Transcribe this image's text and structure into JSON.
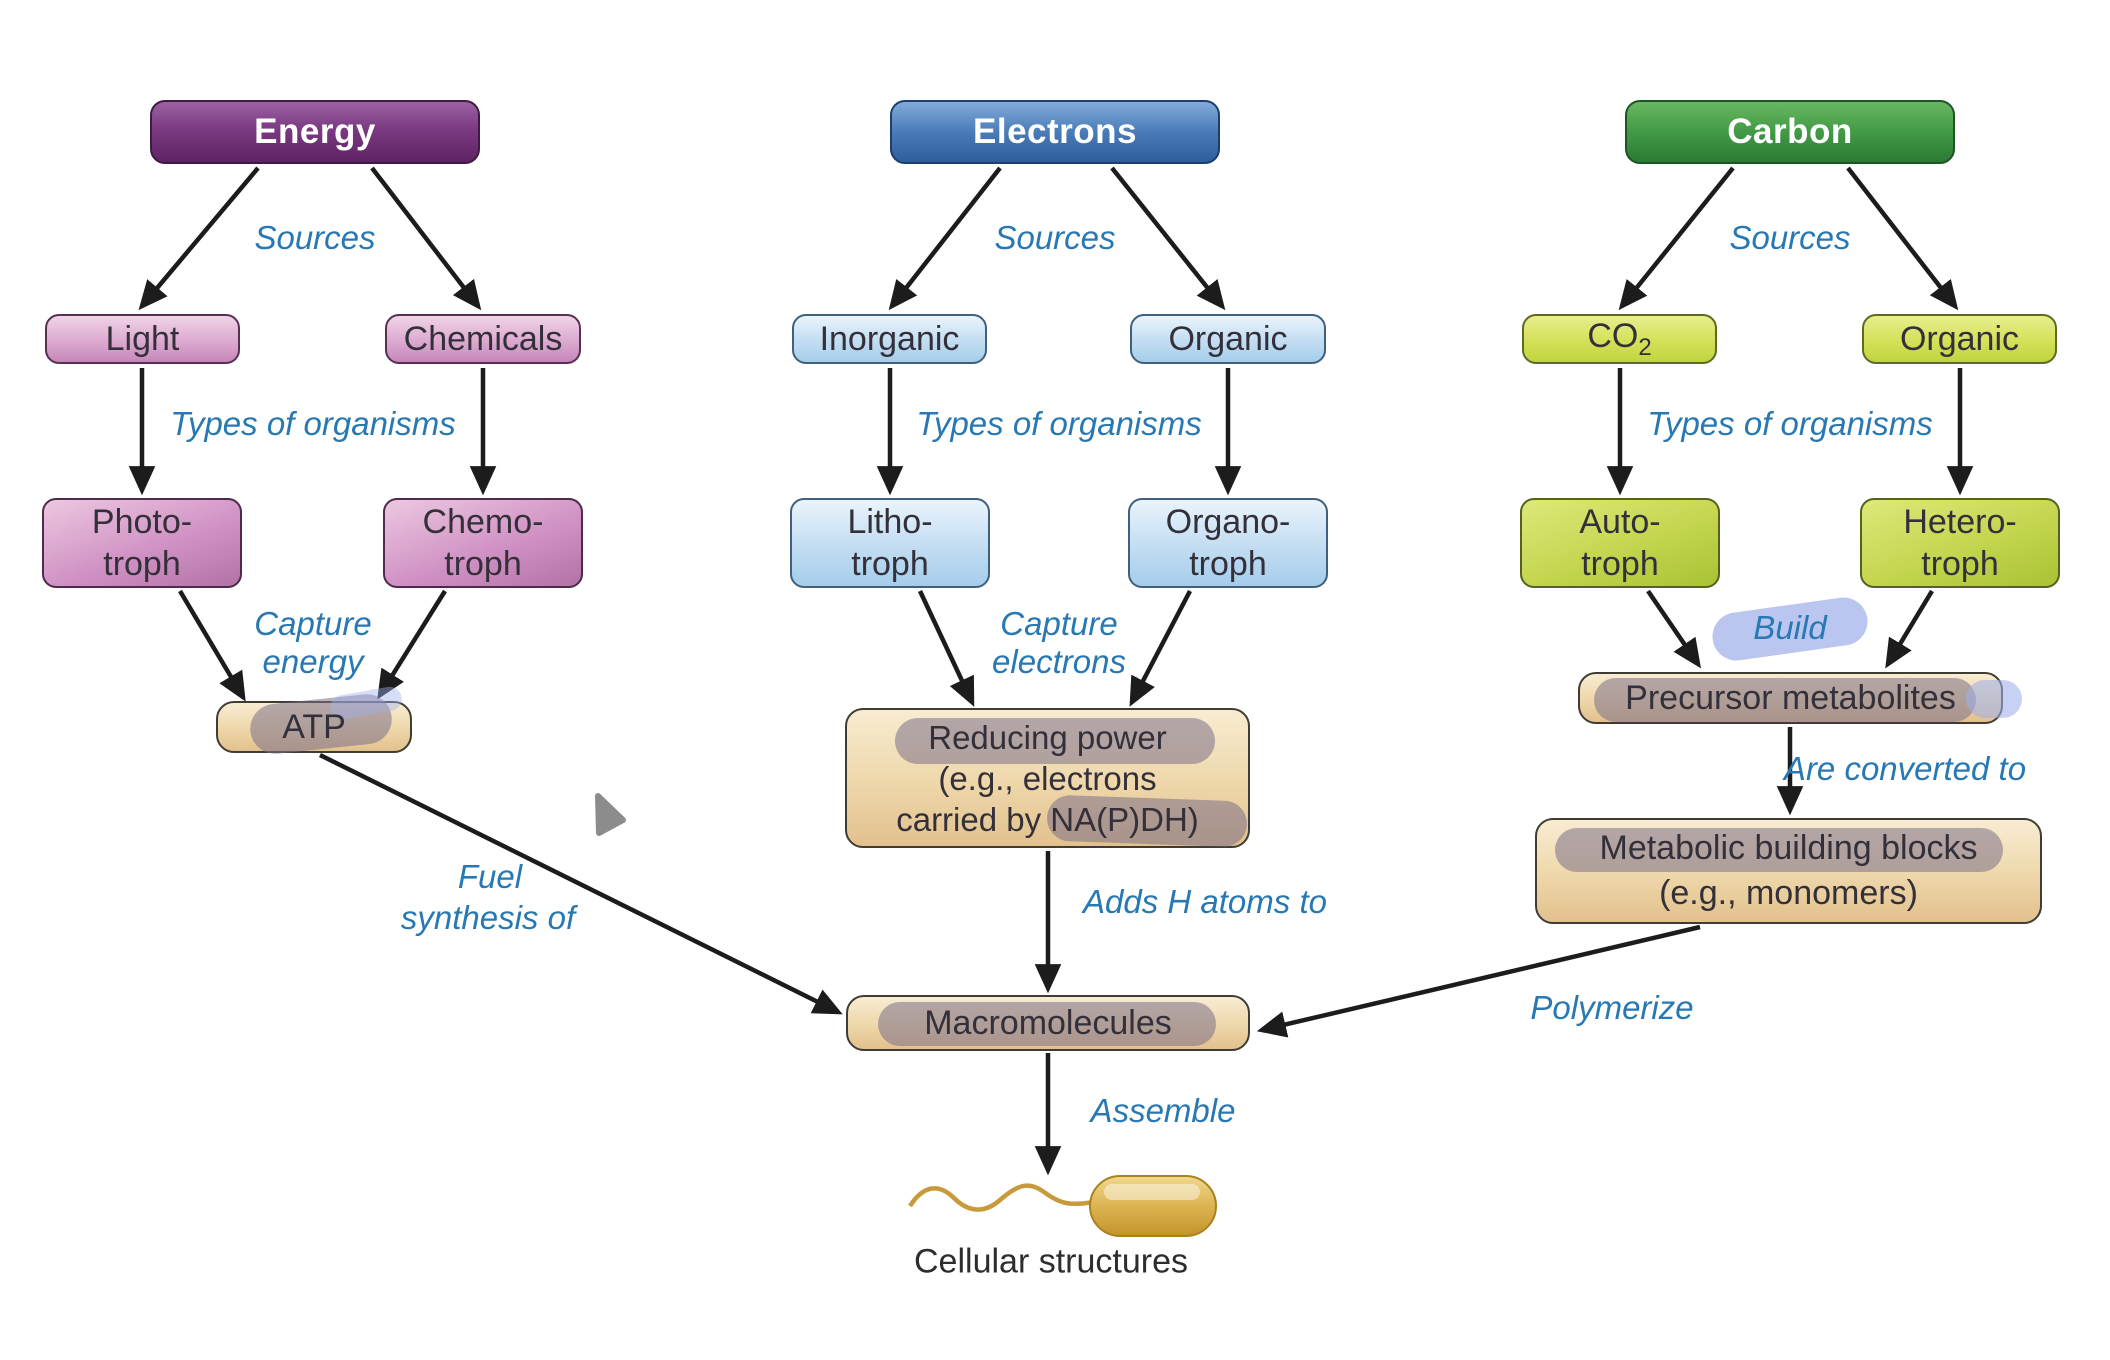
{
  "energy_column": {
    "header": "Energy",
    "sources_label": "Sources",
    "sources": {
      "light": "Light",
      "chemicals": "Chemicals"
    },
    "types_label": "Types of organisms",
    "trophs": {
      "phototroph": [
        "Photo-",
        "troph"
      ],
      "chemotroph": [
        "Chemo-",
        "troph"
      ]
    },
    "capture_label": [
      "Capture",
      "energy"
    ],
    "product": "ATP",
    "to_macromolecules_label": [
      "Fuel",
      "synthesis of"
    ]
  },
  "electrons_column": {
    "header": "Electrons",
    "sources_label": "Sources",
    "sources": {
      "inorganic": "Inorganic",
      "organic": "Organic"
    },
    "types_label": "Types of organisms",
    "trophs": {
      "lithotroph": [
        "Litho-",
        "troph"
      ],
      "organotroph": [
        "Organo-",
        "troph"
      ]
    },
    "capture_label": [
      "Capture",
      "electrons"
    ],
    "product_lines": [
      "Reducing power",
      "(e.g., electrons",
      "carried by NA(P)DH)"
    ],
    "adds_label": "Adds H atoms to"
  },
  "carbon_column": {
    "header": "Carbon",
    "sources_label": "Sources",
    "sources": {
      "co2_base": "CO",
      "co2_sub": "2",
      "organic": "Organic"
    },
    "types_label": "Types of organisms",
    "trophs": {
      "autotroph": [
        "Auto-",
        "troph"
      ],
      "heterotroph": [
        "Hetero-",
        "troph"
      ]
    },
    "build_label": "Build",
    "precursor_label": "Precursor metabolites",
    "converted_label": "Are converted to",
    "building_blocks_lines": [
      "Metabolic building blocks",
      "(e.g., monomers)"
    ],
    "polymerize_label": "Polymerize"
  },
  "center": {
    "macromolecules_label": "Macromolecules",
    "assemble_label": "Assemble",
    "cellular_structures_label": "Cellular structures"
  },
  "palette": {
    "energy_header": "#6f2c74",
    "energy_source": "#d9a3cb",
    "energy_troph": "#c584b6",
    "electrons_header": "#3f6fae",
    "electrons_source": "#bcd9f1",
    "carbon_header": "#3f8f44",
    "carbon_source": "#ccd94d",
    "product_box": "#eed7ab",
    "highlight_gray": "#8d8298",
    "highlight_lavender": "#9fb0ea",
    "label_text": "#2878b4",
    "box_text": "#33303a",
    "arrow": "#1c1c1c",
    "bacterium_gold": "#d9b14c",
    "cursor_gray": "#8c8c8c",
    "background": "#ffffff"
  }
}
